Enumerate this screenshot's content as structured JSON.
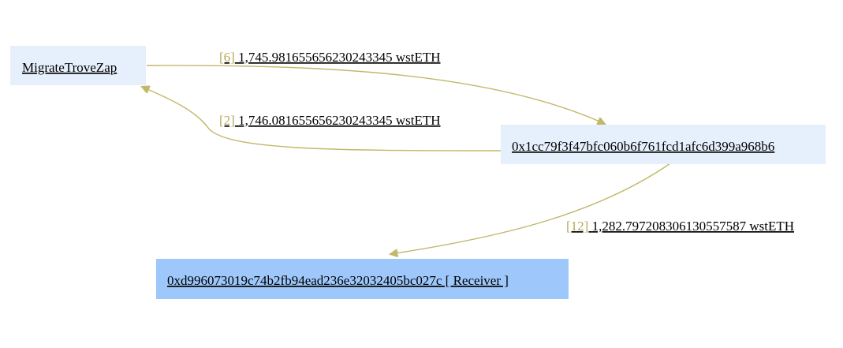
{
  "colors": {
    "node_fill": "#e6f0fd",
    "receiver_fill": "#9ec8fb",
    "edge": "#c2b86a",
    "step_text": "#b5a95a"
  },
  "nodes": {
    "migrate_trove_zap": {
      "label": "MigrateTroveZap "
    },
    "contract_1cc7": {
      "label": "0x1cc79f3f47bfc060b6f761fcd1afc6d399a968b6 "
    },
    "receiver": {
      "label": "0xd996073019c74b2fb94ead236e32032405bc027c [ Receiver ]"
    }
  },
  "edges": {
    "e6": {
      "step": "[6]",
      "amount": " 1,745.981655656230243345 wstETH"
    },
    "e2": {
      "step": "[2]",
      "amount": " 1,746.081655656230243345 wstETH"
    },
    "e12": {
      "step": "[12]",
      "amount": " 1,282.797208306130557587 wstETH"
    }
  }
}
